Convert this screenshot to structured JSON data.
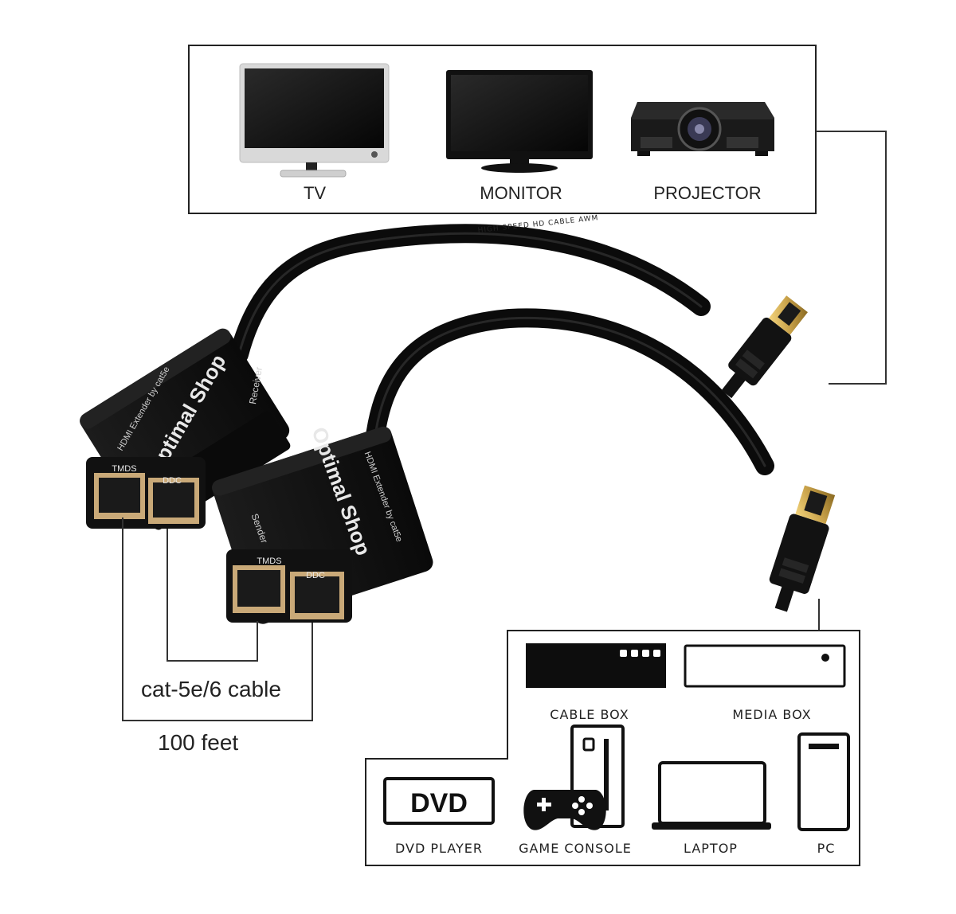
{
  "displays": {
    "tv": "TV",
    "monitor": "MONITOR",
    "projector": "PROJECTOR"
  },
  "sources": {
    "cable_box": "CABLE BOX",
    "media_box": "MEDIA BOX",
    "dvd_player": "DVD PLAYER",
    "dvd_badge": "DVD",
    "game_console": "GAME CONSOLE",
    "laptop": "LAPTOP",
    "pc": "PC"
  },
  "receiver": {
    "brand": "Optimal Shop",
    "subtitle": "HDMI Extender by cat5e",
    "role": "Receiver",
    "port_left": "TMDS",
    "port_right": "DDC"
  },
  "sender": {
    "brand": "Optimal Shop",
    "subtitle": "HDMI Extender by cat5e",
    "role": "Sender",
    "port_left": "TMDS",
    "port_right": "DDC"
  },
  "cable": {
    "type_label": "cat-5e/6 cable",
    "length_label": "100 feet",
    "print": "HIGH SPEED HD CABLE AWM"
  },
  "colors": {
    "device_body": "#0d0d0d",
    "connector_gold": "#c9a24a",
    "line": "#333333"
  }
}
